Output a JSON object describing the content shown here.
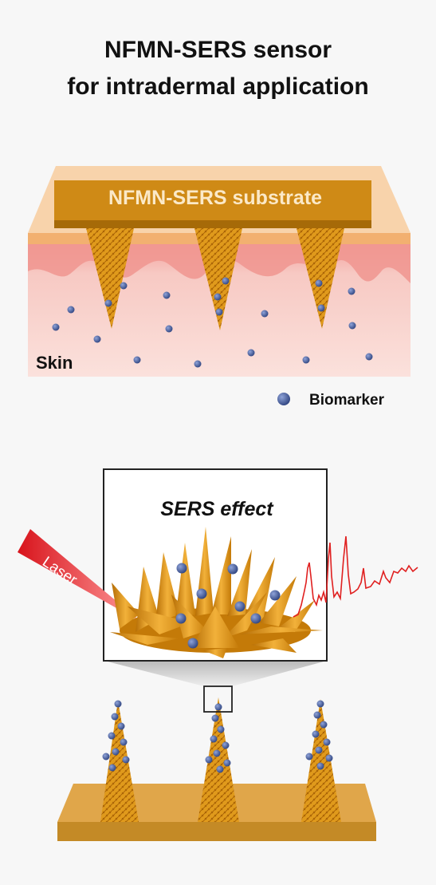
{
  "title": {
    "line1": "NFMN-SERS sensor",
    "line2": "for intradermal application"
  },
  "skin_panel": {
    "substrate_label": "NFMN-SERS substrate",
    "skin_label": "Skin"
  },
  "legend": {
    "biomarker_label": "Biomarker"
  },
  "zoom_panel": {
    "title": "SERS effect",
    "laser_label": "Laser"
  },
  "colors": {
    "gold": "#d9920a",
    "gold_dark": "#b8720a",
    "skin": "#f9d6cf",
    "skin_top": "#f4a5a0",
    "substrate_plate": "#f5c79a",
    "biomarker": "#4a5fa0",
    "laser": "#e8242a",
    "spectrum": "#e02020"
  }
}
